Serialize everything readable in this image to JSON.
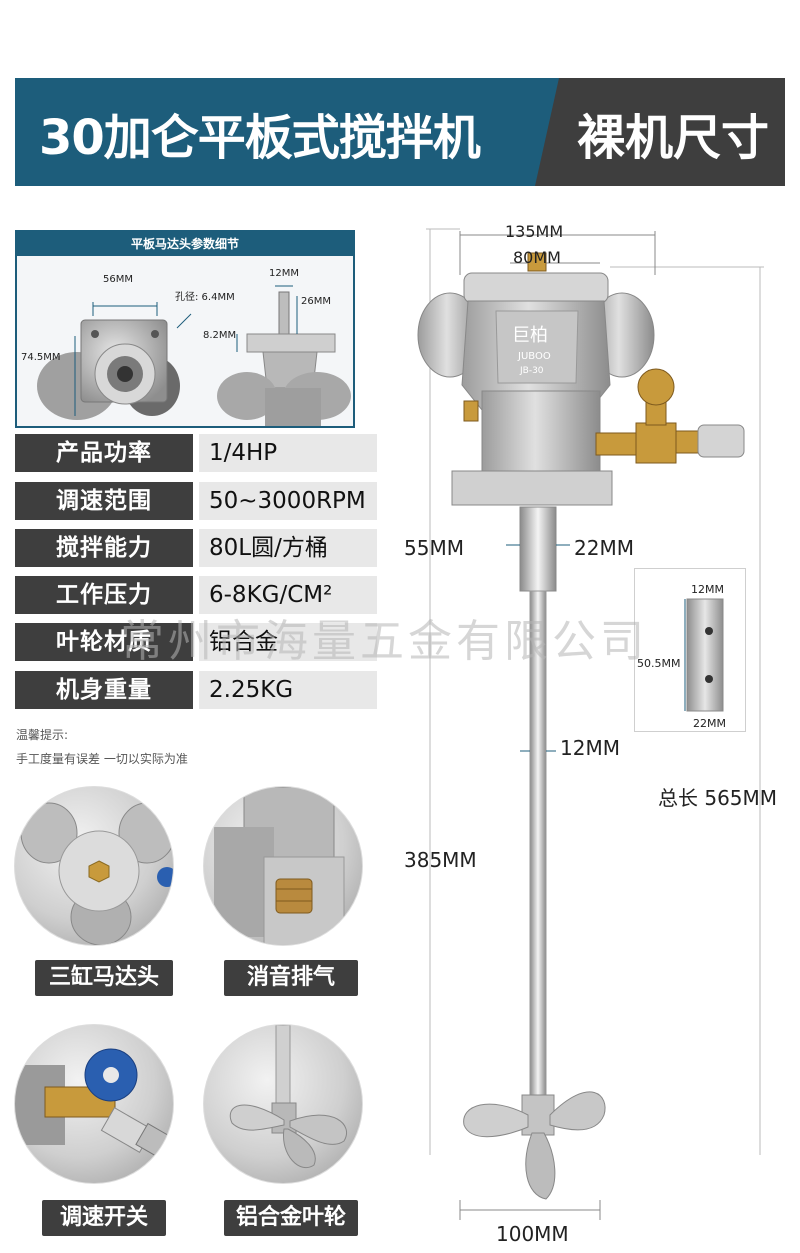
{
  "header": {
    "title": "30加仑平板式搅拌机",
    "subtitle": "裸机尺寸"
  },
  "detail_panel": {
    "caption": "平板马达头参数细节",
    "dim_56": "56MM",
    "dim_hole": "孔径: 6.4MM",
    "dim_12": "12MM",
    "dim_26": "26MM",
    "dim_82": "8.2MM",
    "dim_745": "74.5MM"
  },
  "specs": [
    {
      "key": "产品功率",
      "value": "1/4HP"
    },
    {
      "key": "调速范围",
      "value": "50~3000RPM"
    },
    {
      "key": "搅拌能力",
      "value": "80L圆/方桶"
    },
    {
      "key": "工作压力",
      "value": "6-8KG/CM²"
    },
    {
      "key": "叶轮材质",
      "value": "铝合金"
    },
    {
      "key": "机身重量",
      "value": "2.25KG"
    }
  ],
  "tips": {
    "heading": "温馨提示:",
    "text": "手工度量有误差 一切以实际为准"
  },
  "features": [
    {
      "label": "三缸马达头"
    },
    {
      "label": "消音排气"
    },
    {
      "label": "调速开关"
    },
    {
      "label": "铝合金叶轮"
    }
  ],
  "dimensions": {
    "width_top": "135MM",
    "width_inner": "80MM",
    "shaft_len": "55MM",
    "shaft_dia": "22MM",
    "rod_dia": "12MM",
    "rod_len": "385MM",
    "total_len": "总长 565MM",
    "impeller_dia": "100MM"
  },
  "coupling": {
    "top": "12MM",
    "height": "50.5MM",
    "bottom": "22MM"
  },
  "brand": {
    "logo_cn": "巨柏",
    "logo_en": "JUBOO",
    "model": "JB-30"
  },
  "watermark": "常州市海量五金有限公司",
  "colors": {
    "banner_blue": "#1d5d7b",
    "dark_gray": "#3e3e3e",
    "value_bg": "#e8e8e8",
    "brass": "#c89a3c"
  }
}
